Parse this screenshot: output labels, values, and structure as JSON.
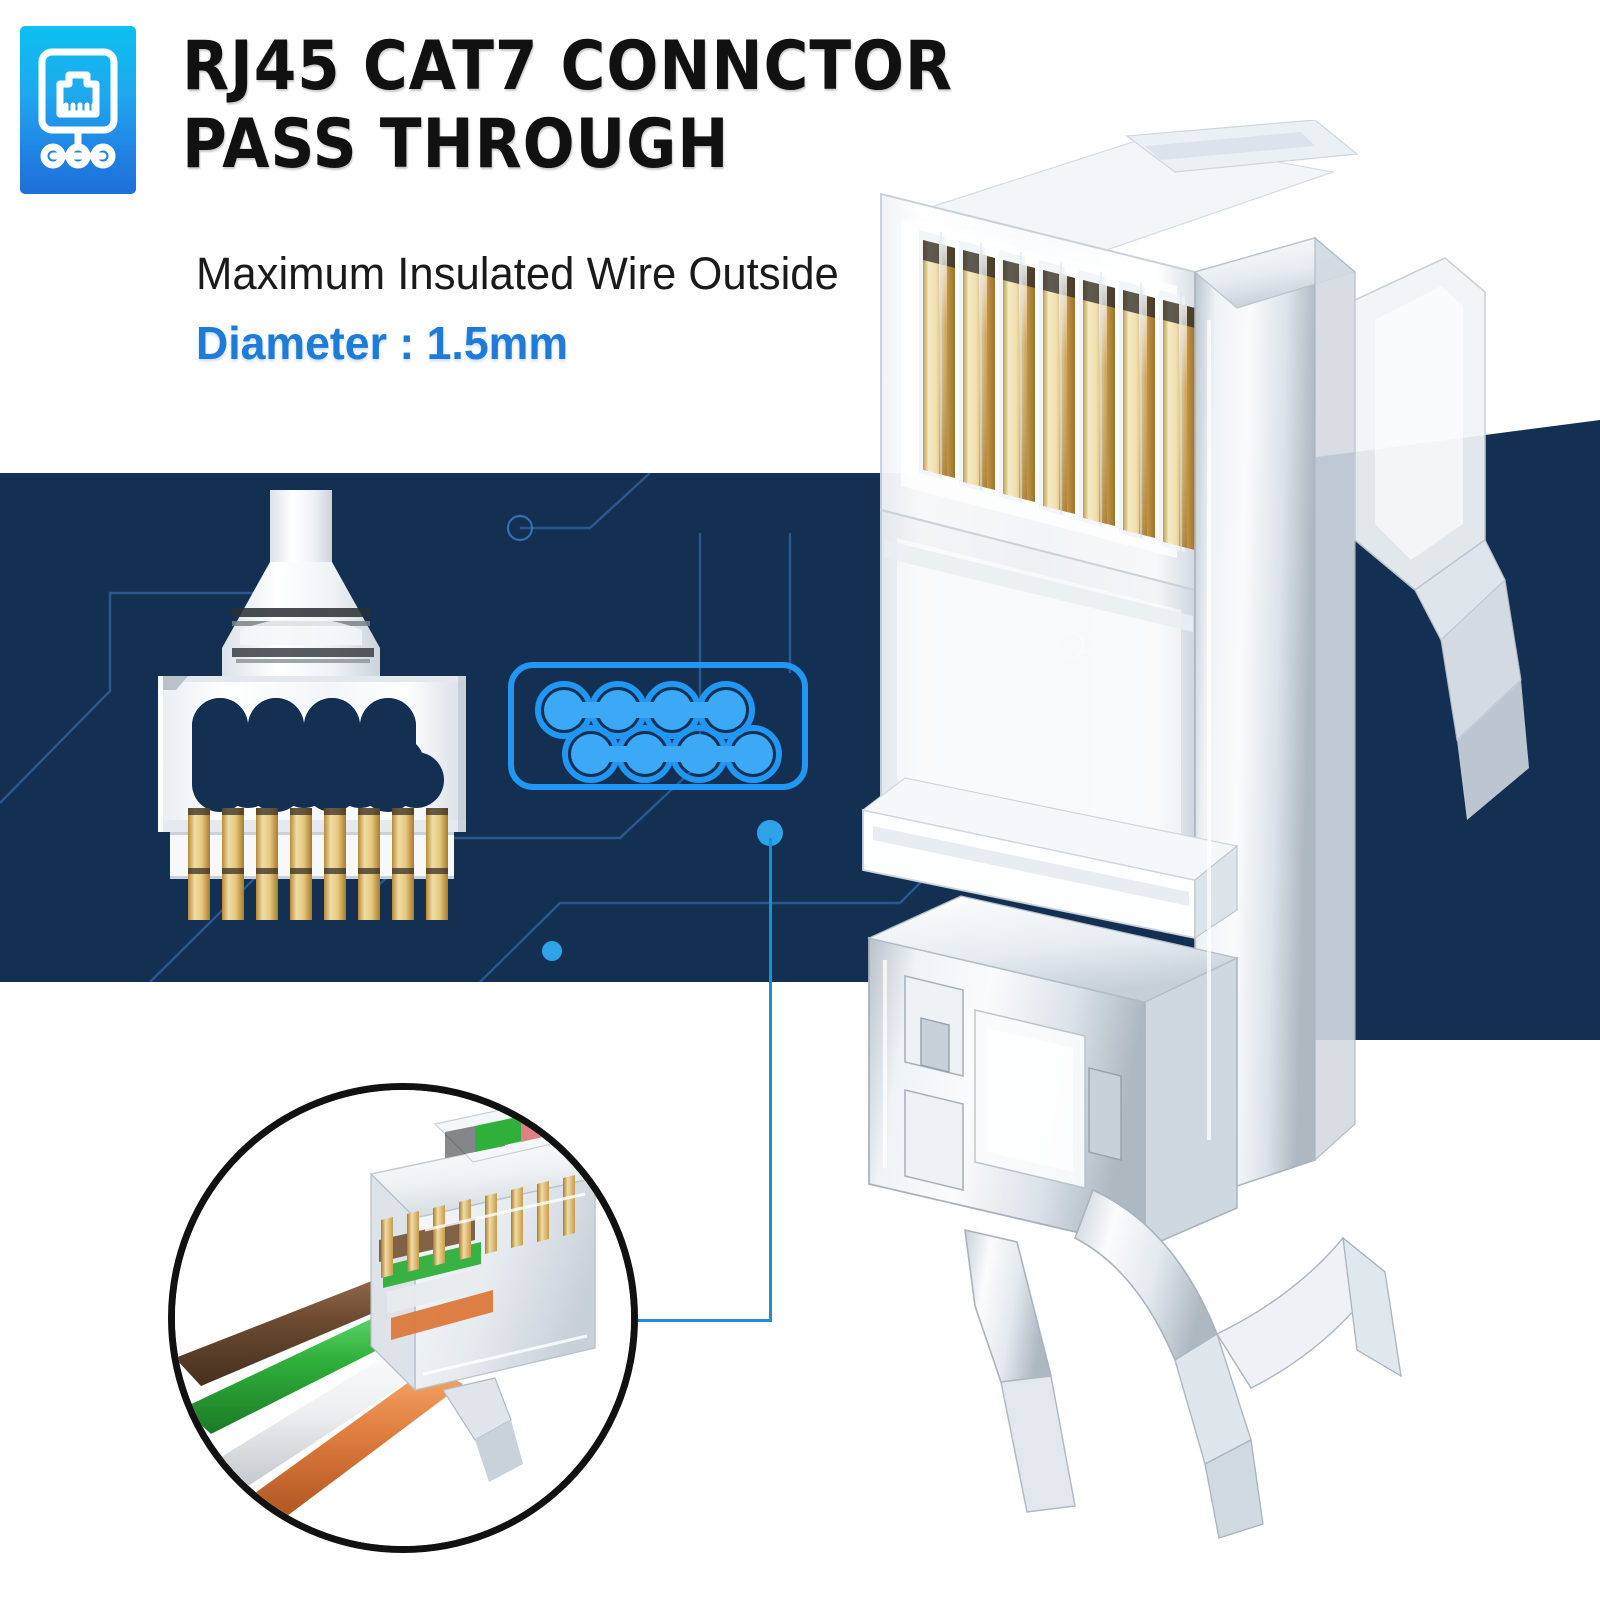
{
  "page": {
    "background_color": "#FFFFFF",
    "navy_panel_color": "#133052",
    "accent_blue": "#1E7BD8",
    "bright_cyan": "#2196F3",
    "gold_contact_color": "#D4A843"
  },
  "header": {
    "logo": {
      "icon_name": "ethernet-port-icon",
      "gradient_top": "#0CC0F0",
      "gradient_bottom": "#1F6FD8"
    },
    "title_line_1": "RJ45 CAT7 CONNCTOR",
    "title_line_2": "PASS THROUGH",
    "title_color": "#111111"
  },
  "spec": {
    "description": "Maximum Insulated Wire Outside",
    "measurement_label": "Diameter : 1.5mm",
    "measurement_color": "#1E7BD8"
  },
  "diagrams": {
    "wire_hole_schematic": {
      "name": "eight-wire-hole-pattern",
      "total_holes": 8,
      "top_row_count": 4,
      "bottom_row_count": 4,
      "color": "#2196F3",
      "outline_color": "#1E90E8"
    },
    "front_view_connector": {
      "name": "rj45-front-view",
      "contact_pin_count": 8,
      "wire_hole_count": 8
    },
    "cutaway_inset": {
      "name": "pass-through-cutaway",
      "wire_colors": [
        "#6B4A31",
        "#2FB03A",
        "#EFEFEF",
        "#DD7A3C",
        "#C9C9C9",
        "#8A6244"
      ],
      "border_color": "#111111"
    },
    "hero_connector": {
      "name": "rj45-cat7-shielded-connector",
      "contact_pin_count": 8,
      "body_material": "transparent-polycarbonate",
      "shield_material": "nickel-plated-metal"
    }
  },
  "callout": {
    "name": "detail-callout-line",
    "color": "#1C8FDB"
  }
}
